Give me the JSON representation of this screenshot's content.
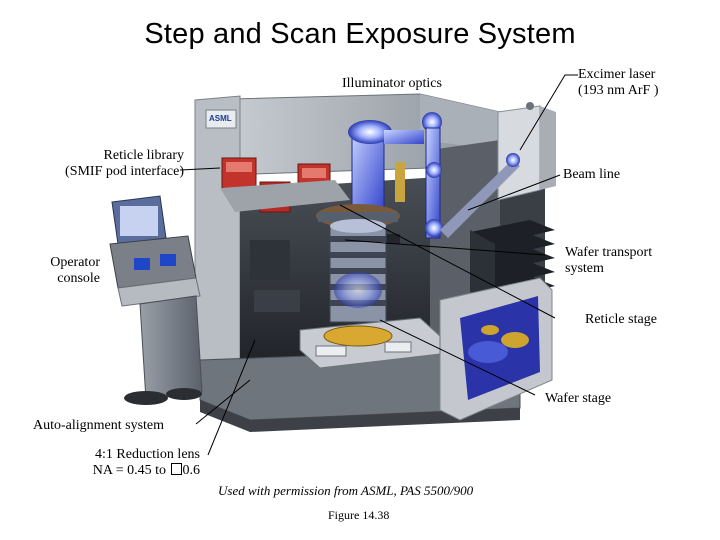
{
  "title": "Step and Scan Exposure System",
  "logo_text": "ASML",
  "labels": {
    "illuminator": "Illuminator optics",
    "excimer_line1": "Excimer laser",
    "excimer_line2": "(193 nm ArF )",
    "reticle_lib_line1": "Reticle library",
    "reticle_lib_line2": "(SMIF pod interface)",
    "beam_line": "Beam line",
    "operator_line1": "Operator",
    "operator_line2": "console",
    "wafer_transport_line1": "Wafer transport",
    "wafer_transport_line2": "system",
    "reticle_stage": "Reticle stage",
    "wafer_stage": "Wafer stage",
    "auto_alignment": "Auto-alignment system",
    "reduction_line1": "4:1 Reduction lens",
    "reduction_line2_prefix": "NA = 0.45 to ",
    "reduction_line2_suffix": "0.6"
  },
  "caption": "Used with permission from ASML, PAS 5500/900",
  "figure": "Figure 14.38"
}
